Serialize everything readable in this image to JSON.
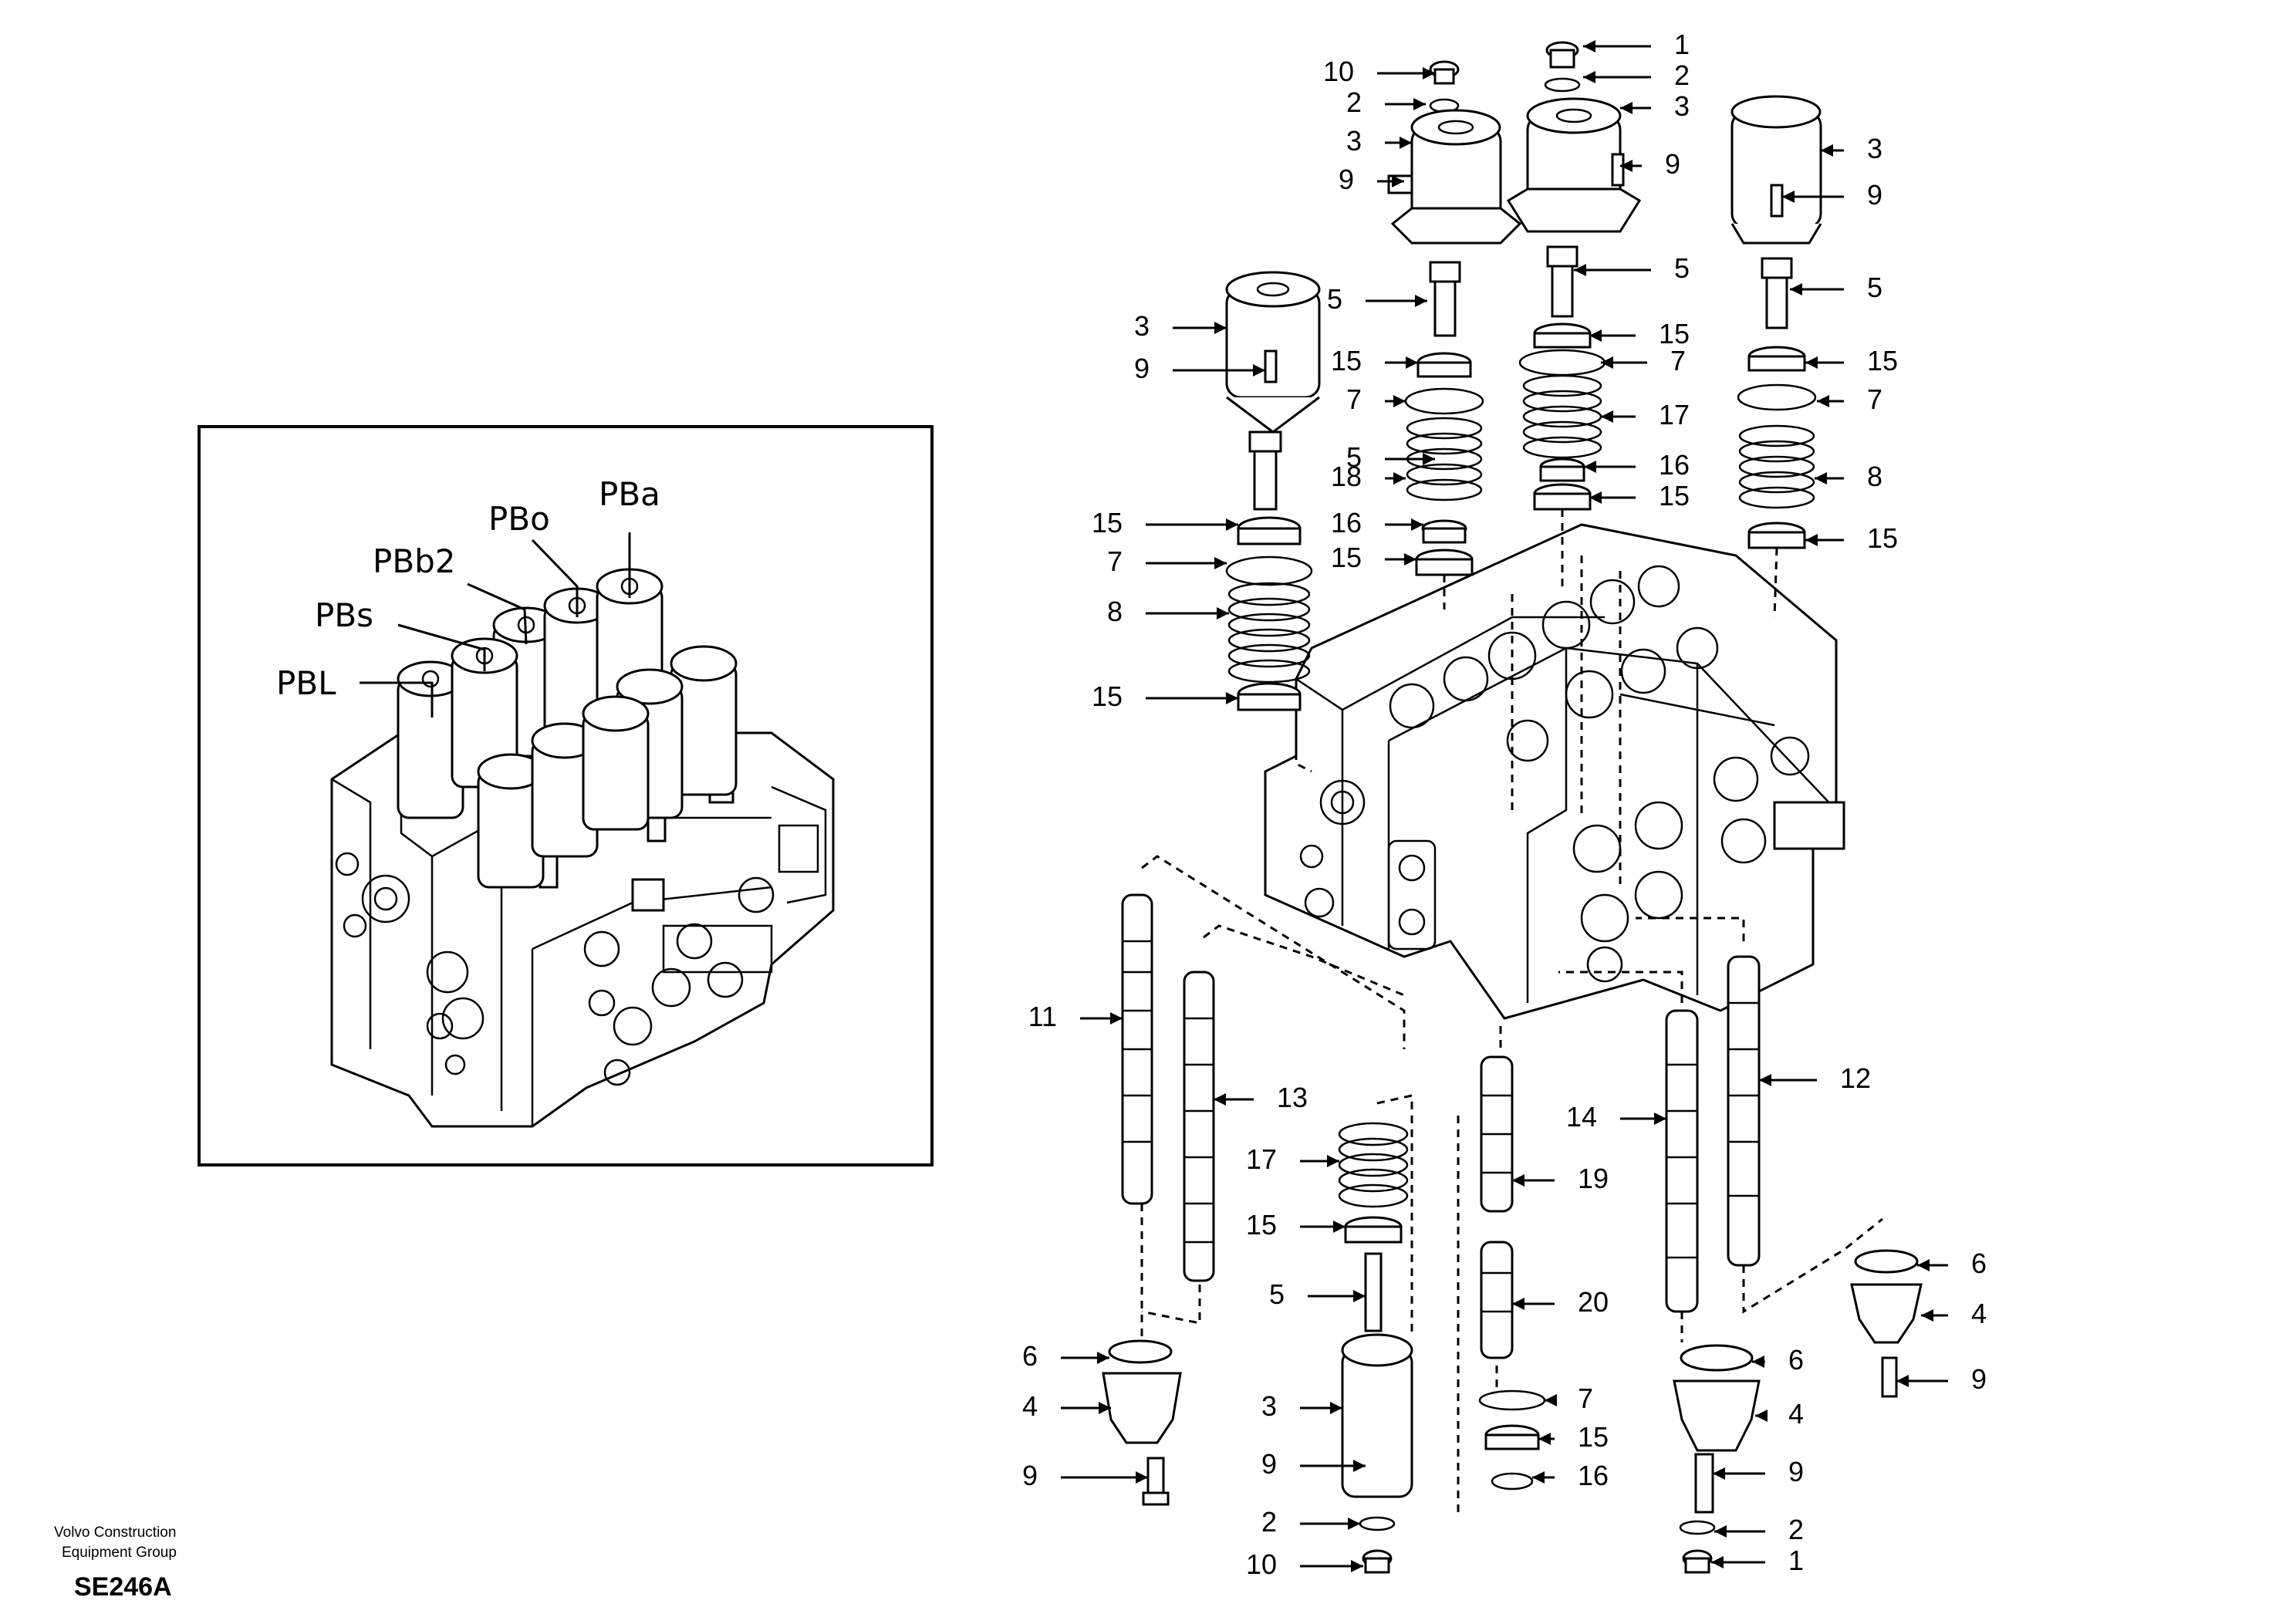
{
  "inset": {
    "labels": [
      "PBL",
      "PBs",
      "PBb2",
      "PBo",
      "PBa"
    ]
  },
  "callouts": [
    {
      "id": "c1",
      "text": "1"
    },
    {
      "id": "c2",
      "text": "2"
    },
    {
      "id": "c3",
      "text": "3"
    },
    {
      "id": "c4",
      "text": "9"
    },
    {
      "id": "c5",
      "text": "10"
    },
    {
      "id": "c6",
      "text": "2"
    },
    {
      "id": "c7",
      "text": "3"
    },
    {
      "id": "c8",
      "text": "9"
    },
    {
      "id": "c9",
      "text": "3"
    },
    {
      "id": "c10",
      "text": "9"
    },
    {
      "id": "c11",
      "text": "5"
    },
    {
      "id": "c12",
      "text": "5"
    },
    {
      "id": "c13",
      "text": "5"
    },
    {
      "id": "c14",
      "text": "15"
    },
    {
      "id": "c15",
      "text": "7"
    },
    {
      "id": "c16",
      "text": "17"
    },
    {
      "id": "c17",
      "text": "16"
    },
    {
      "id": "c18",
      "text": "15"
    },
    {
      "id": "c19",
      "text": "15"
    },
    {
      "id": "c20",
      "text": "7"
    },
    {
      "id": "c21",
      "text": "8"
    },
    {
      "id": "c22",
      "text": "15"
    },
    {
      "id": "c23",
      "text": "3"
    },
    {
      "id": "c24",
      "text": "9"
    },
    {
      "id": "c25",
      "text": "15"
    },
    {
      "id": "c26",
      "text": "7"
    },
    {
      "id": "c27",
      "text": "5"
    },
    {
      "id": "c28",
      "text": "18"
    },
    {
      "id": "c29",
      "text": "15"
    },
    {
      "id": "c30",
      "text": "16"
    },
    {
      "id": "c31",
      "text": "7"
    },
    {
      "id": "c32",
      "text": "15"
    },
    {
      "id": "c33",
      "text": "8"
    },
    {
      "id": "c34",
      "text": "15"
    },
    {
      "id": "c35",
      "text": "11"
    },
    {
      "id": "c36",
      "text": "13"
    },
    {
      "id": "c37",
      "text": "17"
    },
    {
      "id": "c38",
      "text": "15"
    },
    {
      "id": "c39",
      "text": "5"
    },
    {
      "id": "c40",
      "text": "6"
    },
    {
      "id": "c41",
      "text": "4"
    },
    {
      "id": "c42",
      "text": "9"
    },
    {
      "id": "c43",
      "text": "3"
    },
    {
      "id": "c44",
      "text": "9"
    },
    {
      "id": "c45",
      "text": "2"
    },
    {
      "id": "c46",
      "text": "10"
    },
    {
      "id": "c47",
      "text": "19"
    },
    {
      "id": "c48",
      "text": "20"
    },
    {
      "id": "c49",
      "text": "7"
    },
    {
      "id": "c50",
      "text": "15"
    },
    {
      "id": "c51",
      "text": "16"
    },
    {
      "id": "c52",
      "text": "14"
    },
    {
      "id": "c53",
      "text": "12"
    },
    {
      "id": "c54",
      "text": "6"
    },
    {
      "id": "c55",
      "text": "4"
    },
    {
      "id": "c56",
      "text": "9"
    },
    {
      "id": "c57",
      "text": "6"
    },
    {
      "id": "c58",
      "text": "4"
    },
    {
      "id": "c59",
      "text": "9"
    },
    {
      "id": "c60",
      "text": "2"
    },
    {
      "id": "c61",
      "text": "1"
    }
  ],
  "footer": {
    "company_line1": "Volvo Construction",
    "company_line2": "Equipment Group",
    "code": "SE246A"
  }
}
